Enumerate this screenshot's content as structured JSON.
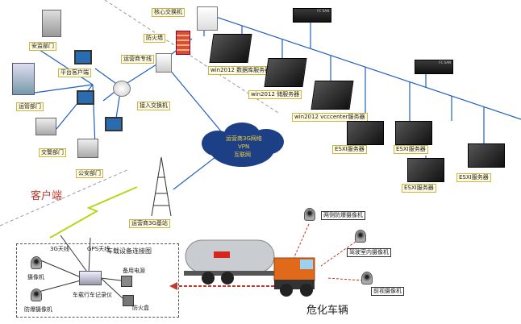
{
  "labels": {
    "transport_dept": "安监部门",
    "ops_dept": "运管部门",
    "traffic_police": "交警部门",
    "public_security": "公安部门",
    "platform_client": "平台客户端",
    "core_switch": "核心交换机",
    "firewall": "防火墙",
    "carrier_line": "运营商专线",
    "access_switch": "接入交换机",
    "win2012_db": "win2012 数据库服务器",
    "win2012_storage": "win2012 储服务器",
    "win2012_vcenter": "win2012 vcccenter服务器",
    "esxi1": "ESXI服务器",
    "esxi2": "ESXI服务器",
    "esxi3": "ESXI服务器",
    "esxi4": "ESXI服务器",
    "storage_rack1": "FC SAN",
    "storage_rack2": "FC SAN",
    "cloud_line1": "运营商3G网络",
    "cloud_line2": "VPN",
    "cloud_line3": "互联网",
    "client_zone": "客户端",
    "base_station": "运营商3G基站",
    "device_diagram": "车载设备连接图",
    "antenna_3g": "3G天线",
    "antenna_gps": "GPS天线",
    "camera": "摄像机",
    "explosion_camera": "防爆摄像机",
    "recorder": "车载行车记录仪",
    "backup_power": "备用电源",
    "fire_box": "防火盒",
    "dual_cam": "两侧防爆摄像机",
    "cab_cam": "驾驶室内摄像机",
    "front_cam": "前视摄像机",
    "hazmat_vehicle": "危化车辆"
  },
  "colors": {
    "link_blue": "#1f5fbf",
    "cloud": "#1c3f86",
    "cloud_text": "#f2d33c",
    "accent_red": "#c0392b",
    "tanker_orange": "#e06a1a",
    "tanker_steel": "#c9ccd1",
    "lightning": "#b7d61a"
  }
}
